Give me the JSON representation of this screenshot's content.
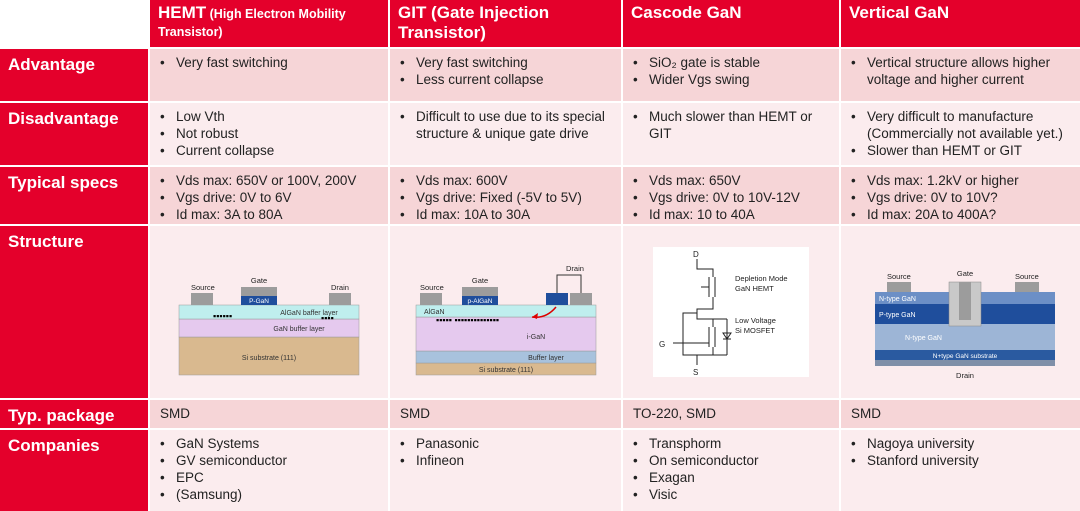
{
  "headers": {
    "hemt_title": "HEMT",
    "hemt_subtitle": " (High Electron Mobility Transistor)",
    "git_title": "GIT (Gate Injection Transistor)",
    "cascode_title": "Cascode GaN",
    "vertical_title": "Vertical GaN"
  },
  "rows": {
    "advantage": {
      "label": "Advantage",
      "hemt": [
        "Very fast switching"
      ],
      "git": [
        "Very fast switching",
        "Less current collapse"
      ],
      "cascode": [
        "SiO₂ gate is stable",
        "Wider Vgs swing"
      ],
      "vertical": [
        "Vertical structure allows higher voltage and higher current"
      ]
    },
    "disadvantage": {
      "label": "Disadvantage",
      "hemt": [
        "Low Vth",
        "Not robust",
        "Current collapse"
      ],
      "git": [
        "Difficult to use due to its special structure & unique gate drive"
      ],
      "cascode": [
        "Much slower than HEMT or GIT"
      ],
      "vertical": [
        "Very difficult to manufacture (Commercially not available yet.)",
        "Slower than HEMT or GIT"
      ]
    },
    "specs": {
      "label": "Typical specs",
      "hemt": [
        "Vds max: 650V or 100V, 200V",
        "Vgs drive: 0V to 6V",
        "Id max: 3A to 80A"
      ],
      "git": [
        "Vds max: 600V",
        "Vgs drive: Fixed (-5V to 5V)",
        "Id max: 10A to 30A"
      ],
      "cascode": [
        "Vds max: 650V",
        "Vgs drive: 0V to 10V-12V",
        "Id max: 10 to 40A"
      ],
      "vertical": [
        "Vds max: 1.2kV or higher",
        "Vgs drive: 0V to 10V?",
        "Id max: 20A to 400A?"
      ]
    },
    "structure": {
      "label": "Structure",
      "hemt": {
        "source": "Source",
        "gate": "Gate",
        "drain": "Drain",
        "pgan": "P-GaN",
        "algan": "AlGaN baffer layer",
        "gan": "GaN buffer layer",
        "sub": "Si substrate (111)"
      },
      "git": {
        "source": "Source",
        "gate": "Gate",
        "drain": "Drain",
        "palgan": "p-AlGaN",
        "algan": "AlGaN",
        "igan": "i-GaN",
        "buffer": "Buffer layer",
        "sub": "Si substrate (111)"
      },
      "cascode": {
        "d": "D",
        "g": "G",
        "s": "S",
        "dep1": "Depletion Mode",
        "dep2": "GaN HEMT",
        "lv1": "Low Voltage",
        "lv2": "Si MOSFET"
      },
      "vertical": {
        "source1": "Source",
        "gate": "Gate",
        "source2": "Source",
        "ntype": "N-type GaN",
        "ptype": "P-type GaN",
        "ntype2": "N-type GaN",
        "sub": "N+type GaN substrate",
        "drain": "Drain"
      }
    },
    "package": {
      "label": "Typ. package",
      "hemt": "SMD",
      "git": "SMD",
      "cascode": "TO-220, SMD",
      "vertical": "SMD"
    },
    "companies": {
      "label": "Companies",
      "hemt": [
        "GaN Systems",
        "GV semiconductor",
        "EPC",
        "(Samsung)"
      ],
      "git": [
        "Panasonic",
        "Infineon"
      ],
      "cascode": [
        "Transphorm",
        "On semiconductor",
        "Exagan",
        "Visic"
      ],
      "vertical": [
        "Nagoya university",
        "Stanford university"
      ]
    }
  },
  "colors": {
    "header_red": "#e4002b",
    "row_pink": "#f6d5d7",
    "row_light": "#fbecee"
  }
}
